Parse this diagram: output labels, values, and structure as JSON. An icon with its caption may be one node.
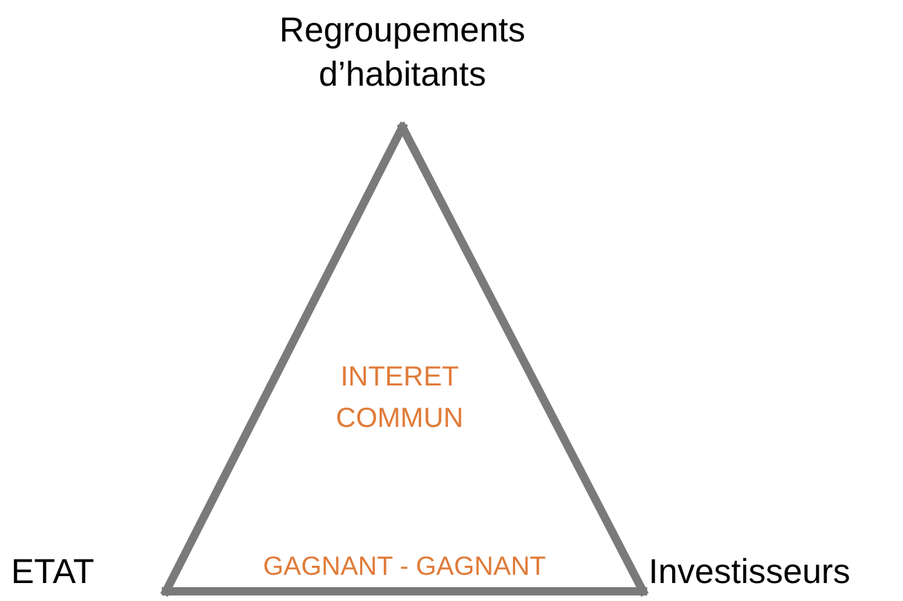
{
  "diagram": {
    "nodes": [
      {
        "text": [
          "Regroupements d’habitants"
        ]
      },
      {
        "text": [
          "ETAT"
        ]
      },
      {
        "text": [
          "Investisseurs"
        ]
      }
    ],
    "edges": [
      {
        "from": 0,
        "to": 1,
        "arrow": "none"
      },
      {
        "from": 0,
        "to": 2,
        "arrow": "none"
      },
      {
        "from": 1,
        "to": 2,
        "arrow": "none",
        "label": "GAGNANT - GAGNANT"
      }
    ],
    "labels": [
      "INTERET COMMUN"
    ]
  }
}
